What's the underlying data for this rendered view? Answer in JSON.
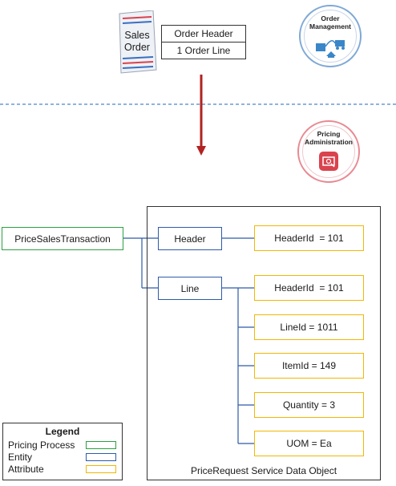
{
  "top": {
    "sales_order_label_line1": "Sales",
    "sales_order_label_line2": "Order",
    "order_header": "Order Header",
    "order_line": "1 Order Line"
  },
  "apps": {
    "order_management": {
      "line1": "Order",
      "line2": "Management",
      "color": "#3a86c8"
    },
    "pricing_administration": {
      "line1": "Pricing",
      "line2": "Administration",
      "color": "#d9434e"
    }
  },
  "diagram": {
    "process": "PriceSalesTransaction",
    "entities": [
      "Header",
      "Line"
    ],
    "header_attributes": [
      "HeaderId  = 101"
    ],
    "line_attributes": [
      "HeaderId  = 101",
      "LineId = 1011",
      "ItemId = 149",
      "Quantity = 3",
      "UOM = Ea"
    ],
    "container_label": "PriceRequest Service Data Object"
  },
  "legend": {
    "title": "Legend",
    "items": [
      {
        "label": "Pricing Process",
        "color": "#2ea043"
      },
      {
        "label": "Entity",
        "color": "#2f5aa8"
      },
      {
        "label": "Attribute",
        "color": "#f2b705"
      }
    ]
  },
  "colors": {
    "arrow": "#b22222",
    "divider": "#4a86c5"
  }
}
